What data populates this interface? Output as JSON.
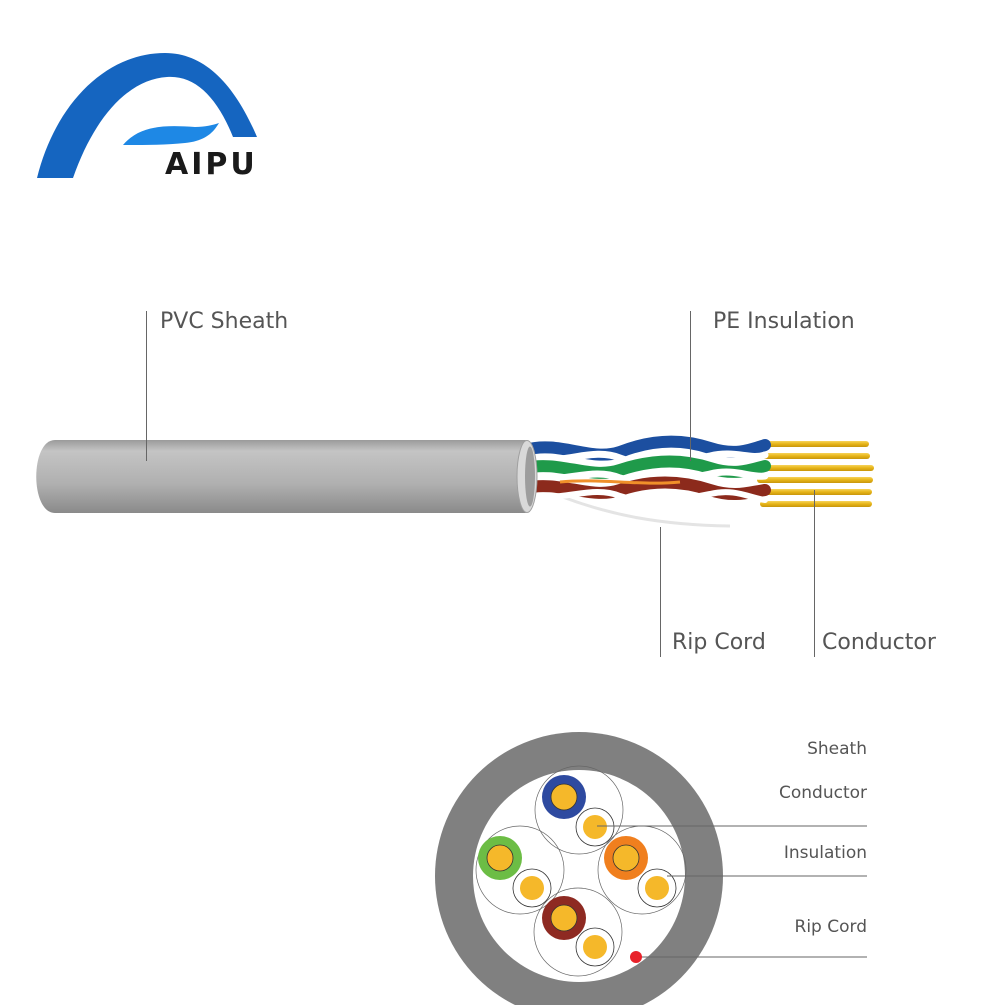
{
  "logo": {
    "brand": "AIPU",
    "color_primary": "#1565c0",
    "color_secondary": "#1e88e5"
  },
  "side_view": {
    "labels": {
      "pvc_sheath": "PVC Sheath",
      "pe_insulation": "PE Insulation",
      "rip_cord": "Rip Cord",
      "conductor": "Conductor"
    },
    "sheath_color": "#b3b3b3",
    "pair_colors": [
      "#1c4fa0",
      "#1f9a4a",
      "#8c2a1c"
    ],
    "conductor_color": "#e6b417"
  },
  "cross_section": {
    "labels": {
      "sheath": "Sheath",
      "conductor": "Conductor",
      "insulation": "Insulation",
      "rip_cord": "Rip Cord"
    },
    "sheath_color": "#808080",
    "pair_colors": [
      "#2e4aa0",
      "#6cbd45",
      "#f07f1e",
      "#8e2a22"
    ],
    "conductor_color": "#f5b82a",
    "rip_cord_color": "#e8222a"
  }
}
